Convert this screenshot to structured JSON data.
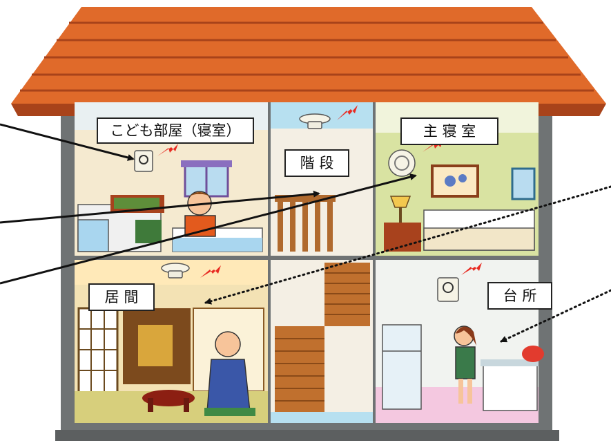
{
  "rooms": {
    "kids_room": "こども部屋（寝室）",
    "stairs": "階 段",
    "master_bedroom": "主 寝 室",
    "living_room": "居 間",
    "kitchen": "台 所"
  },
  "colors": {
    "roof": "#e06a2a",
    "roof_dark": "#a8431a",
    "wall_frame": "#6f7374",
    "detector_arrow": "#e82b22",
    "pointer_line": "#111111"
  },
  "icons": [
    "smoke-detector-icon",
    "heat-detector-icon",
    "red-arrow-icon"
  ]
}
